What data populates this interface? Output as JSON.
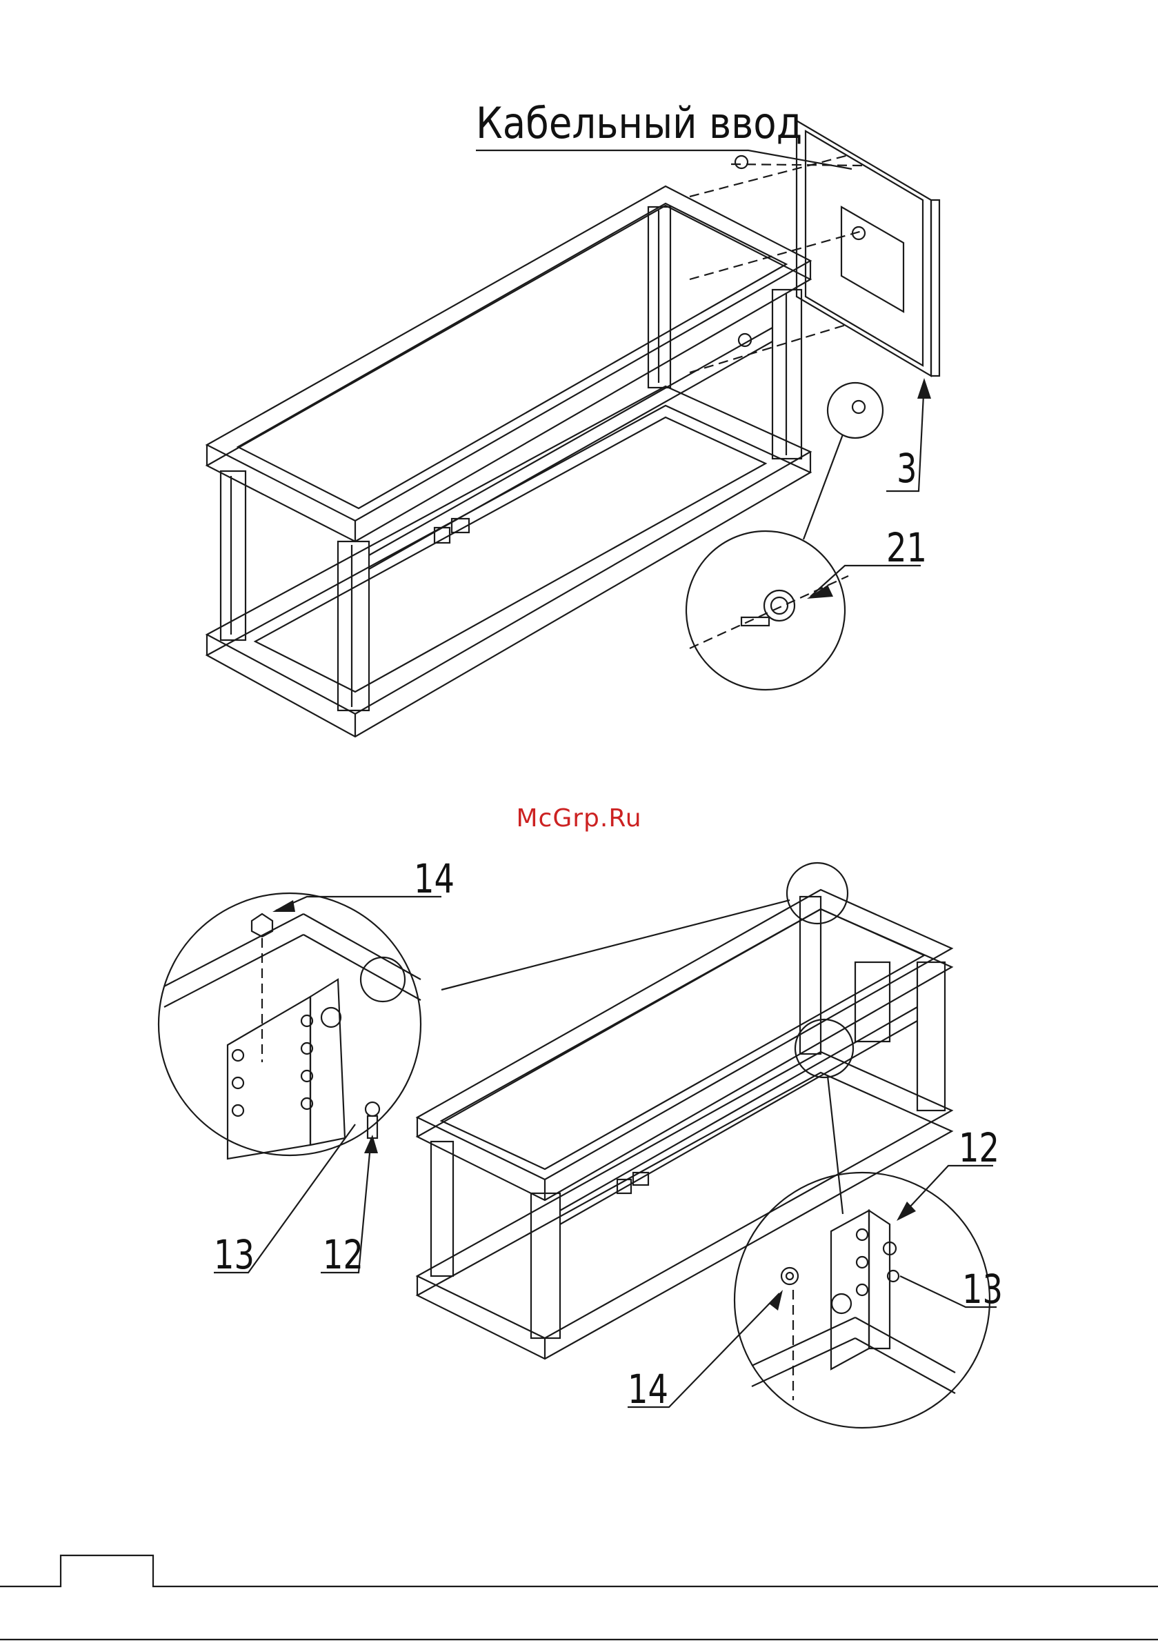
{
  "top_figure": {
    "title": "Кабельный ввод",
    "callouts": [
      "3",
      "21"
    ]
  },
  "watermark": {
    "text": "McGrp.Ru",
    "color": "#cc2222"
  },
  "bottom_figure": {
    "left_detail_callouts": [
      "14",
      "13",
      "12"
    ],
    "right_detail_callouts": [
      "12",
      "13",
      "14"
    ]
  },
  "colors": {
    "line": "#1a1a1a",
    "watermark": "#cc2222",
    "page": "#ffffff"
  }
}
